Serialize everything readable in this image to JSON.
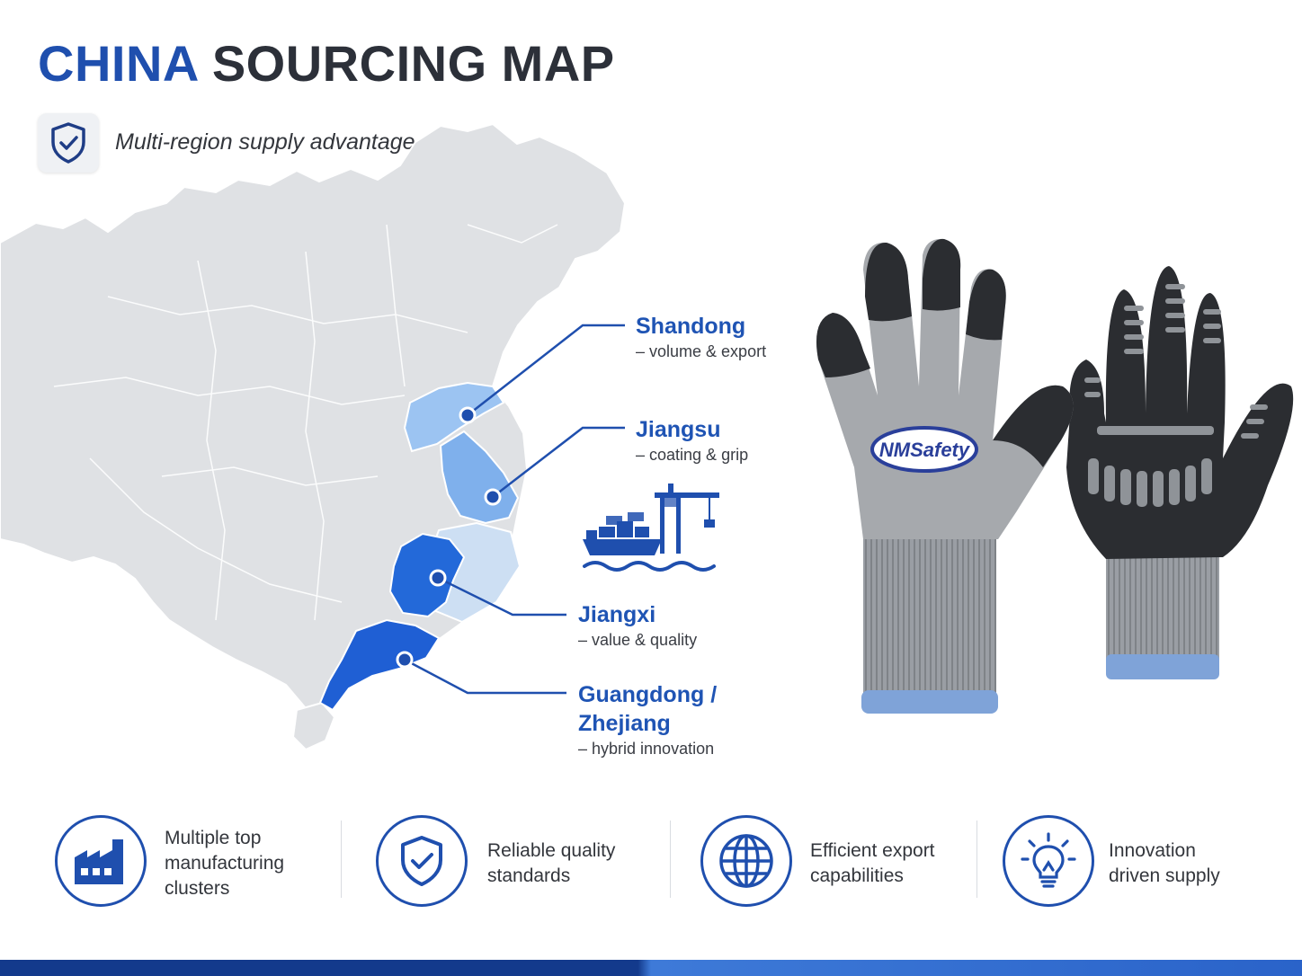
{
  "header": {
    "title_accent": "CHINA",
    "title_rest": "SOURCING MAP",
    "subtitle": "Multi-region supply advantage"
  },
  "regions": [
    {
      "name": "Shandong",
      "desc": "– volume & export"
    },
    {
      "name": "Jiangsu",
      "desc": "– coating & grip"
    },
    {
      "name": "Jiangxi",
      "desc": "– value & quality"
    },
    {
      "name": "Guangdong /",
      "name2": "Zhejiang",
      "desc": "– hybrid innovation"
    }
  ],
  "product": {
    "logo_text": "NMSafety"
  },
  "features": [
    {
      "icon": "factory-icon",
      "text": "Multiple top\nmanufacturing\nclusters"
    },
    {
      "icon": "shield-check-icon",
      "text": "Reliable quality\nstandards"
    },
    {
      "icon": "globe-icon",
      "text": "Efficient export\ncapabilities"
    },
    {
      "icon": "lightbulb-icon",
      "text": "Innovation\ndriven supply"
    }
  ],
  "colors": {
    "brand_blue": "#1f4fae",
    "region_light": "#9cc4f2",
    "region_mid": "#7fb0ec",
    "region_dark": "#1f63d6",
    "map_gray": "#dfe1e4"
  }
}
